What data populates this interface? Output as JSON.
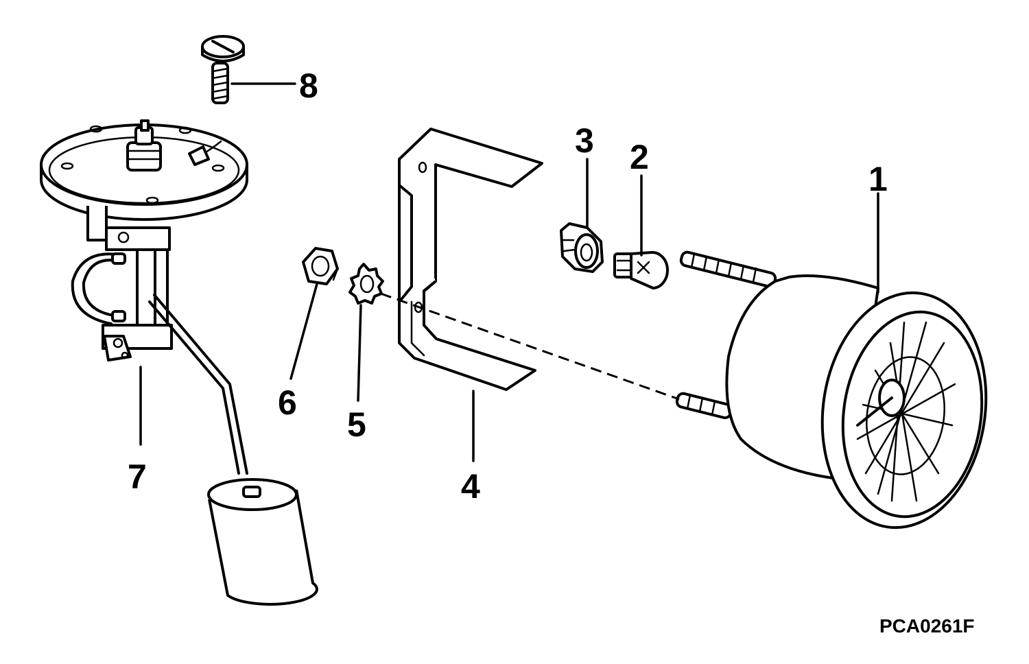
{
  "callouts": [
    {
      "id": "1",
      "label": "1"
    },
    {
      "id": "2",
      "label": "2"
    },
    {
      "id": "3",
      "label": "3"
    },
    {
      "id": "4",
      "label": "4"
    },
    {
      "id": "5",
      "label": "5"
    },
    {
      "id": "6",
      "label": "6"
    },
    {
      "id": "7",
      "label": "7"
    },
    {
      "id": "8",
      "label": "8"
    }
  ],
  "figure_code": "PCA0261F"
}
